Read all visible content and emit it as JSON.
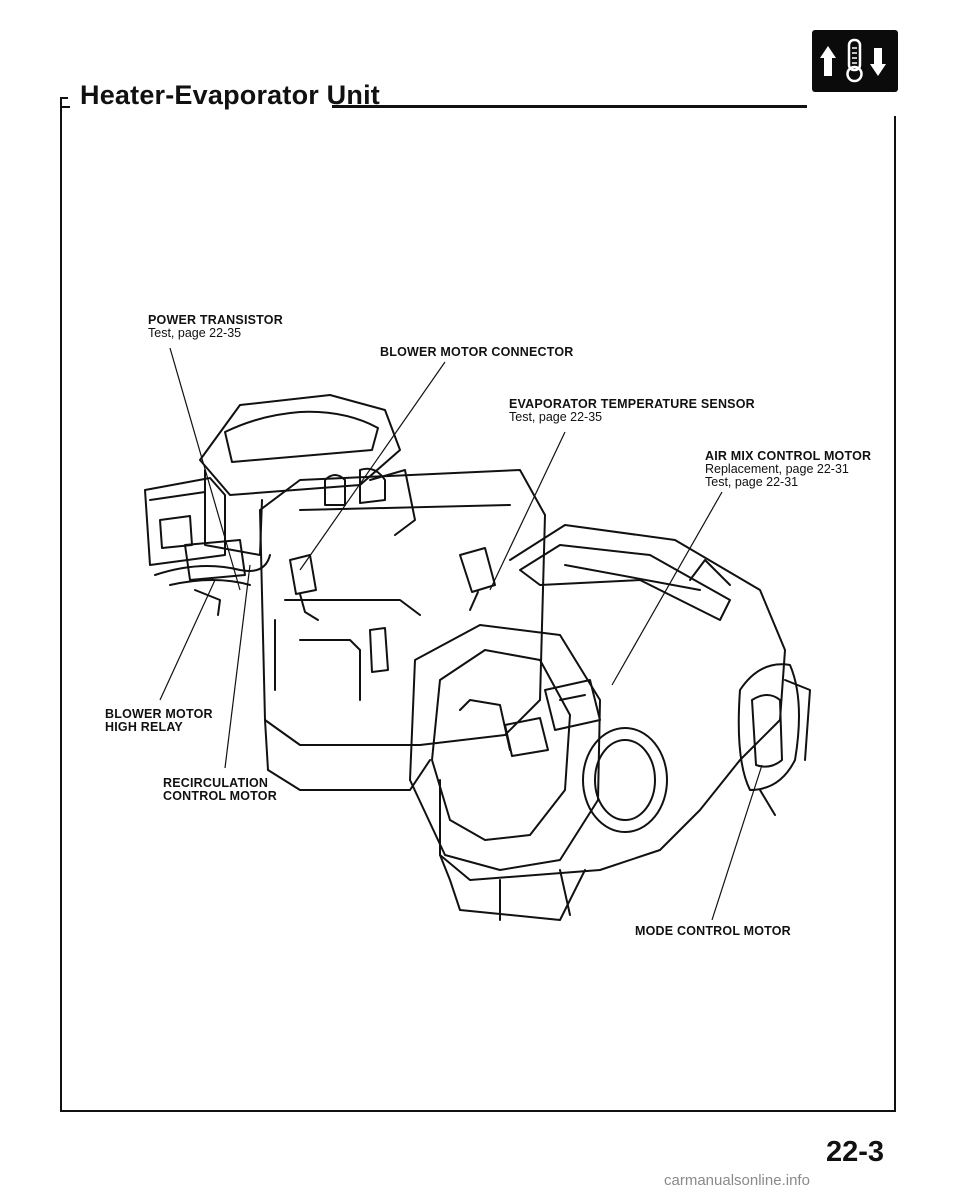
{
  "header": {
    "title": "Heater-Evaporator Unit"
  },
  "callouts": {
    "power_transistor": {
      "name": "POWER TRANSISTOR",
      "ref": "Test, page 22-35"
    },
    "blower_motor_connector": {
      "name": "BLOWER MOTOR CONNECTOR"
    },
    "evaporator_temperature_sensor": {
      "name": "EVAPORATOR TEMPERATURE SENSOR",
      "ref": "Test, page 22-35"
    },
    "air_mix_control_motor": {
      "name": "AIR MIX CONTROL MOTOR",
      "ref1": "Replacement, page 22-31",
      "ref2": "Test, page 22-31"
    },
    "blower_motor_high_relay": {
      "line1": "BLOWER MOTOR",
      "line2": "HIGH RELAY"
    },
    "recirculation_control_motor": {
      "line1": "RECIRCULATION",
      "line2": "CONTROL MOTOR"
    },
    "mode_control_motor": {
      "name": "MODE CONTROL MOTOR"
    }
  },
  "footer": {
    "page_number": "22-3",
    "watermark": "carmanualsonline.info"
  },
  "icons": {
    "corner_icon": "heater-ac-thermometer-icon"
  },
  "colors": {
    "ink": "#111111",
    "icon_bg": "#0b0b0b"
  }
}
